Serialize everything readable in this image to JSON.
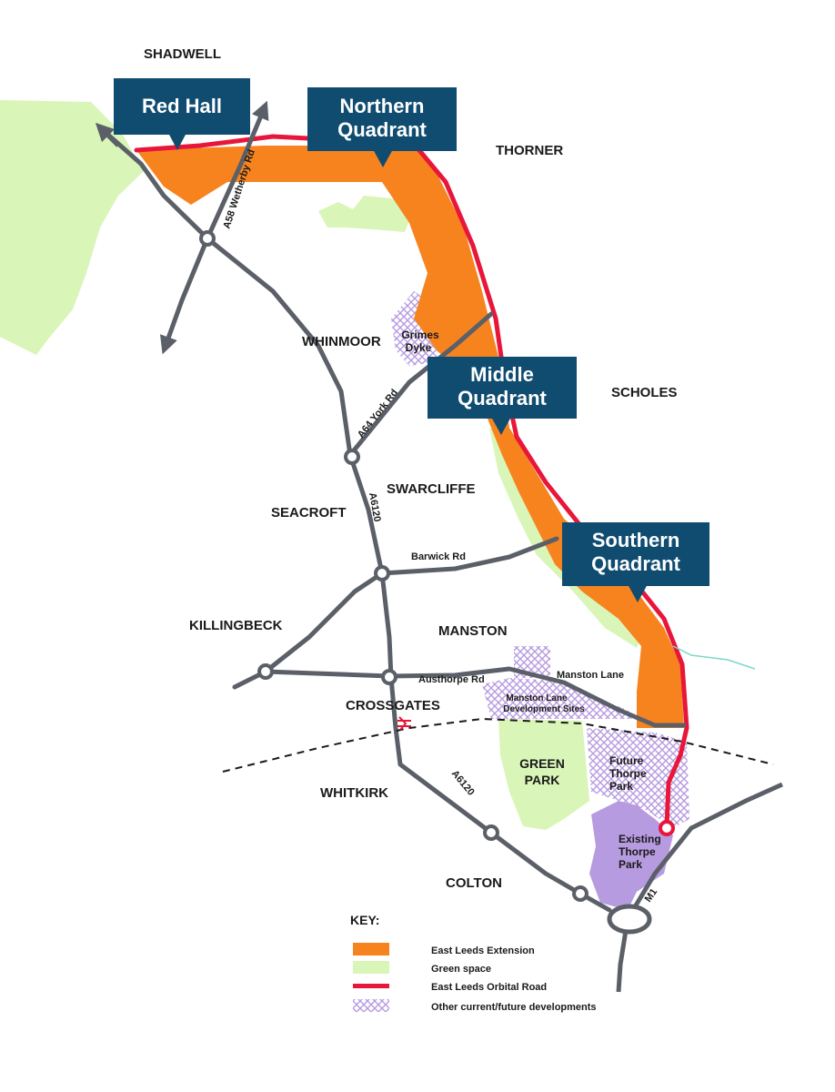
{
  "map": {
    "places": {
      "shadwell": "SHADWELL",
      "thorner": "THORNER",
      "whinmoor": "WHINMOOR",
      "scholes": "SCHOLES",
      "swarcliffe": "SWARCLIFFE",
      "seacroft": "SEACROFT",
      "killingbeck": "KILLINGBECK",
      "manston": "MANSTON",
      "crossgates": "CROSSGATES",
      "whitkirk": "WHITKIRK",
      "colton": "COLTON"
    },
    "areas": {
      "grimes_dyke_1": "Grimes",
      "grimes_dyke_2": "Dyke",
      "manston_dev_1": "Manston Lane",
      "manston_dev_2": "Development Sites",
      "green_park_1": "GREEN",
      "green_park_2": "PARK",
      "future_thorpe_1": "Future",
      "future_thorpe_2": "Thorpe",
      "future_thorpe_3": "Park",
      "existing_thorpe_1": "Existing",
      "existing_thorpe_2": "Thorpe",
      "existing_thorpe_3": "Park"
    },
    "roads": {
      "a58": "A58 Wetherby Rd",
      "a64": "A64 York Rd",
      "a6120_north": "A6120",
      "a6120_south": "A6120",
      "barwick": "Barwick Rd",
      "austhorpe": "Austhorpe Rd",
      "manston_lane": "Manston Lane",
      "m1": "M1"
    },
    "callouts": {
      "red_hall": "Red Hall",
      "northern_1": "Northern",
      "northern_2": "Quadrant",
      "middle_1": "Middle",
      "middle_2": "Quadrant",
      "southern_1": "Southern",
      "southern_2": "Quadrant"
    },
    "colors": {
      "extension": "#f7831f",
      "green_space": "#d9f5b8",
      "orbital_road": "#e8163a",
      "developments": "#b79be0",
      "roads": "#5b6068",
      "callout_bg": "#0f4c70"
    }
  },
  "key": {
    "title": "KEY:",
    "items": [
      {
        "label": "East Leeds Extension",
        "swatch": "extension"
      },
      {
        "label": "Green space",
        "swatch": "green"
      },
      {
        "label": "East Leeds Orbital Road",
        "swatch": "road"
      },
      {
        "label": "Other current/future developments",
        "swatch": "hatch"
      }
    ]
  }
}
